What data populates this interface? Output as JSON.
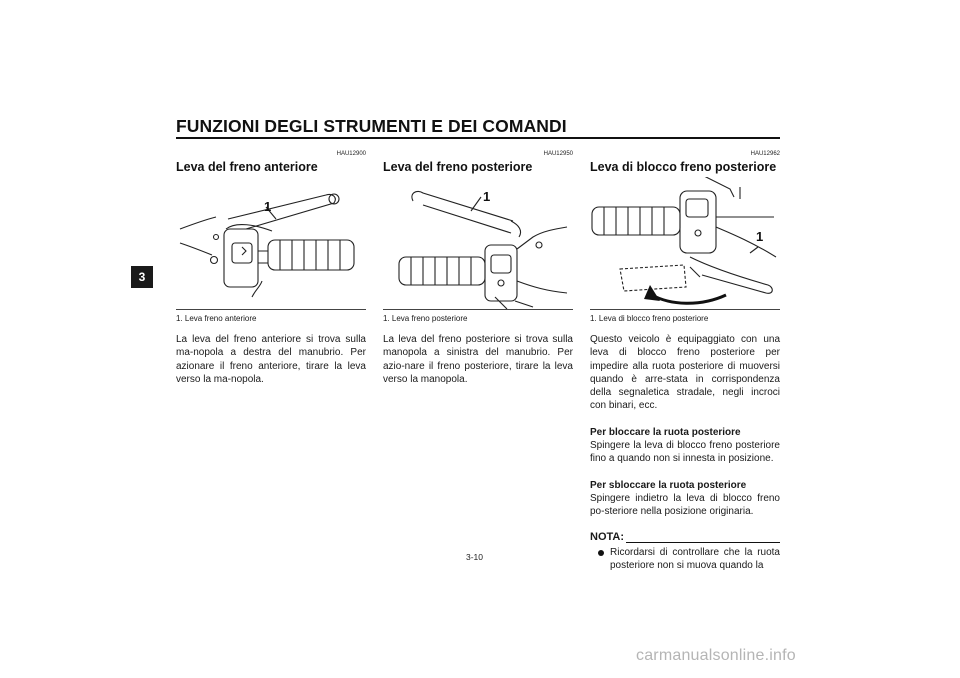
{
  "page": {
    "title": "FUNZIONI DEGLI STRUMENTI E DEI COMANDI",
    "chapter": "3",
    "page_number": "3-10",
    "watermark": "carmanualsonline.info"
  },
  "sections": [
    {
      "code": "HAU12900",
      "heading": "Leva del freno anteriore",
      "figure_label": "1",
      "caption": "1. Leva freno anteriore",
      "body": "La leva del freno anteriore si trova sulla ma-nopola a destra del manubrio. Per azionare il freno anteriore, tirare la leva verso la ma-nopola."
    },
    {
      "code": "HAU12950",
      "heading": "Leva del freno posteriore",
      "figure_label": "1",
      "caption": "1. Leva freno posteriore",
      "body": "La leva del freno posteriore si trova sulla manopola a sinistra del manubrio. Per azio-nare il freno posteriore, tirare la leva verso la manopola."
    },
    {
      "code": "HAU12962",
      "heading": "Leva di blocco freno posteriore",
      "figure_label": "1",
      "caption": "1. Leva di blocco freno posteriore",
      "body": "Questo veicolo è equipaggiato con una leva di blocco freno posteriore per impedire alla ruota posteriore di muoversi quando è arre-stata in corrispondenza della segnaletica stradale, negli incroci con binari, ecc.",
      "lock_heading": "Per bloccare la ruota posteriore",
      "lock_text": "Spingere la leva di blocco freno posteriore fino a quando non si innesta in posizione.",
      "unlock_heading": "Per sbloccare la ruota posteriore",
      "unlock_text": "Spingere indietro la leva di blocco freno po-steriore nella posizione originaria.",
      "note_label": "NOTA:",
      "note_bullet": "Ricordarsi di controllare che la ruota posteriore non si muova quando la"
    }
  ]
}
